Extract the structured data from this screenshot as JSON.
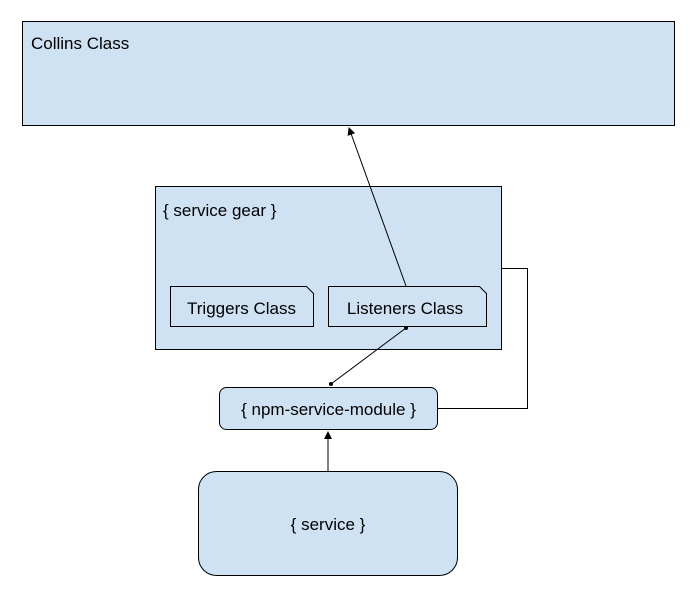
{
  "diagram": {
    "colors": {
      "fill": "#cfe2f3",
      "stroke": "#000000",
      "background": "#ffffff"
    },
    "nodes": {
      "collins_class": {
        "label": "Collins Class"
      },
      "service_gear": {
        "label": "{ service gear }"
      },
      "triggers_class": {
        "label": "Triggers Class"
      },
      "listeners_class": {
        "label": "Listeners Class"
      },
      "npm_service_module": {
        "label": "{ npm-service-module }"
      },
      "service": {
        "label": "{ service }"
      }
    },
    "edges": [
      {
        "from": "listeners_class",
        "to": "collins_class",
        "type": "arrow"
      },
      {
        "from": "listeners_class",
        "to": "npm_service_module",
        "type": "line-with-dot-ends"
      },
      {
        "from": "service",
        "to": "npm_service_module",
        "type": "arrow"
      },
      {
        "from": "service_gear",
        "to": "npm_service_module",
        "type": "elbow-connector"
      }
    ]
  }
}
